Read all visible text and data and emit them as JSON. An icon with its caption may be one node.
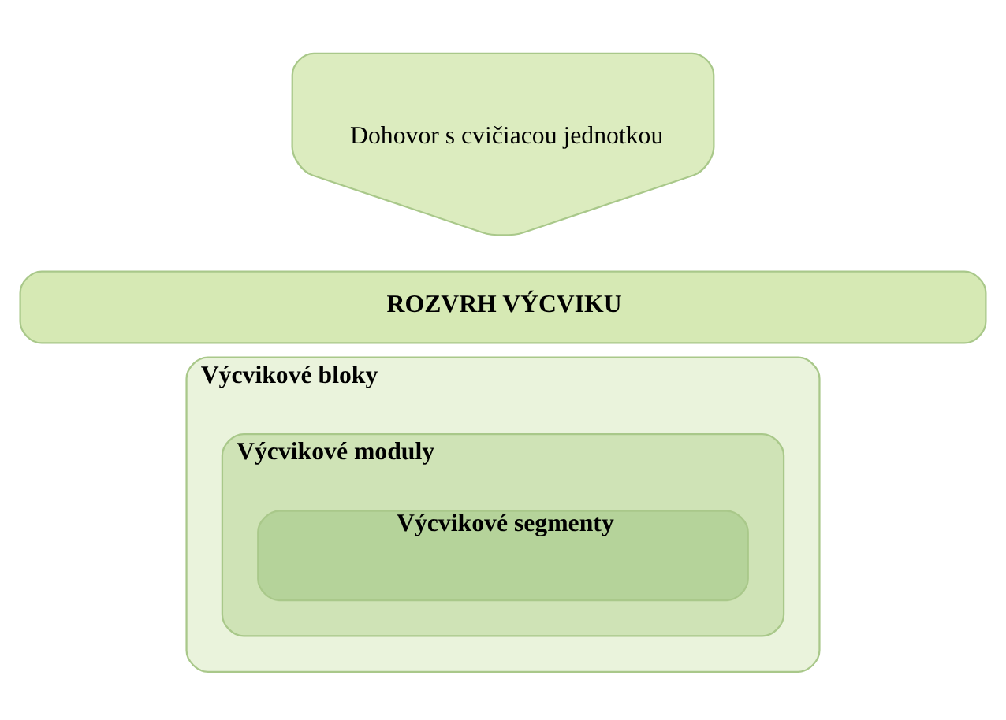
{
  "diagram": {
    "nodes": [
      {
        "text": [
          "Dohovor s cvičiacou jednotkou"
        ]
      },
      {
        "text": [
          "ROZVRH VÝCVIKU"
        ]
      },
      {
        "text": [
          "Výcvikové bloky"
        ]
      },
      {
        "text": [
          "Výcvikové moduly"
        ],
        "in": 2
      },
      {
        "text": [
          "Výcvikové segmenty"
        ],
        "in": 3
      }
    ]
  }
}
